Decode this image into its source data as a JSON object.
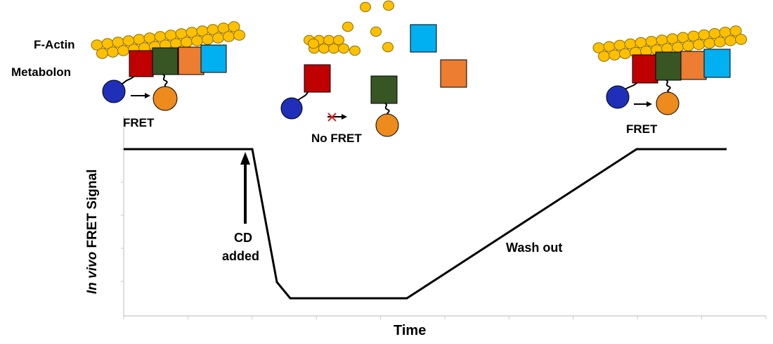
{
  "labels": {
    "f_actin": "F-Actin",
    "metabolon": "Metabolon",
    "fret_left": "FRET",
    "no_fret": "No FRET",
    "fret_right": "FRET",
    "cd_line1": "CD",
    "cd_line2": "added",
    "wash_out": "Wash out",
    "x_axis": "Time",
    "y_axis_italic": "In vivo",
    "y_axis_rest": " FRET Signal"
  },
  "colors": {
    "actin_fill": "#FFC000",
    "actin_stroke": "#8A6D00",
    "enzyme_red": "#C00000",
    "enzyme_green": "#375623",
    "enzyme_orange": "#ED7D31",
    "enzyme_blue": "#00B0F0",
    "donor_blue": "#1F2FB8",
    "acceptor_orange": "#ED8B1C",
    "blocked_x": "#E02020"
  },
  "icons": {
    "actin": "actin-bead-icon",
    "donor": "donor-fluorophore-icon",
    "acceptor": "acceptor-fluorophore-icon",
    "energy_transfer": "right-arrow-icon",
    "blocked_transfer": "crossed-arrow-icon",
    "event_marker": "up-arrow-icon"
  }
}
